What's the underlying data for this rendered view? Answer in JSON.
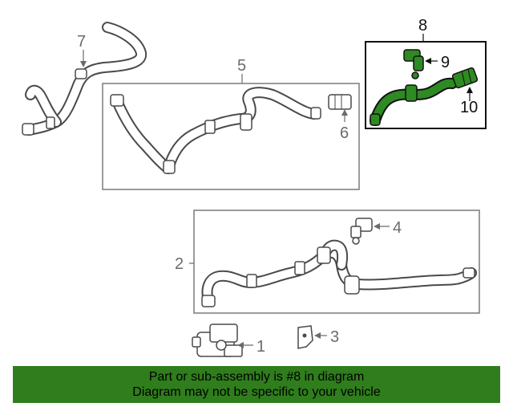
{
  "diagram": {
    "callouts": {
      "c1": "1",
      "c2": "2",
      "c3": "3",
      "c4": "4",
      "c5": "5",
      "c6": "6",
      "c7": "7",
      "c8": "8",
      "c9": "9",
      "c10": "10"
    },
    "highlight_color": "#2e8a22",
    "highlighted_part": "8"
  },
  "banner": {
    "line1": "Part or sub-assembly is #8 in diagram",
    "line2": "Diagram may not be specific to your vehicle",
    "background": "#2f7d1c"
  }
}
